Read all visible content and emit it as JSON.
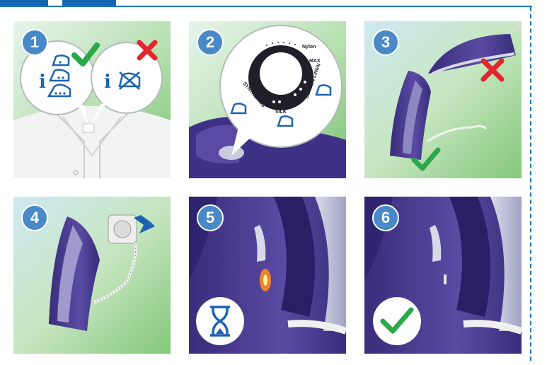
{
  "steps": [
    {
      "number": "1",
      "info_glyph": "i"
    },
    {
      "number": "2",
      "dial": {
        "max": "MAX",
        "cotton_linen": "COTTON LINEN",
        "silk": "SILK",
        "synthetics": "SYNTHETICS",
        "nylon": "Nylon"
      }
    },
    {
      "number": "3"
    },
    {
      "number": "4"
    },
    {
      "number": "5"
    },
    {
      "number": "6"
    }
  ],
  "colors": {
    "panel_green": "#8fcc85",
    "panel_light": "#e6f2ea",
    "badge_blue": "#4a89c8",
    "iron_purple": "#4b3d8f",
    "check_green": "#2aa84a",
    "cross_red": "#e2262c",
    "frame_blue": "#1b78c6"
  },
  "icons": [
    "check-icon",
    "cross-icon",
    "hourglass-icon",
    "iron-temperature-icon",
    "info-icon",
    "plug-arrow-icon"
  ]
}
